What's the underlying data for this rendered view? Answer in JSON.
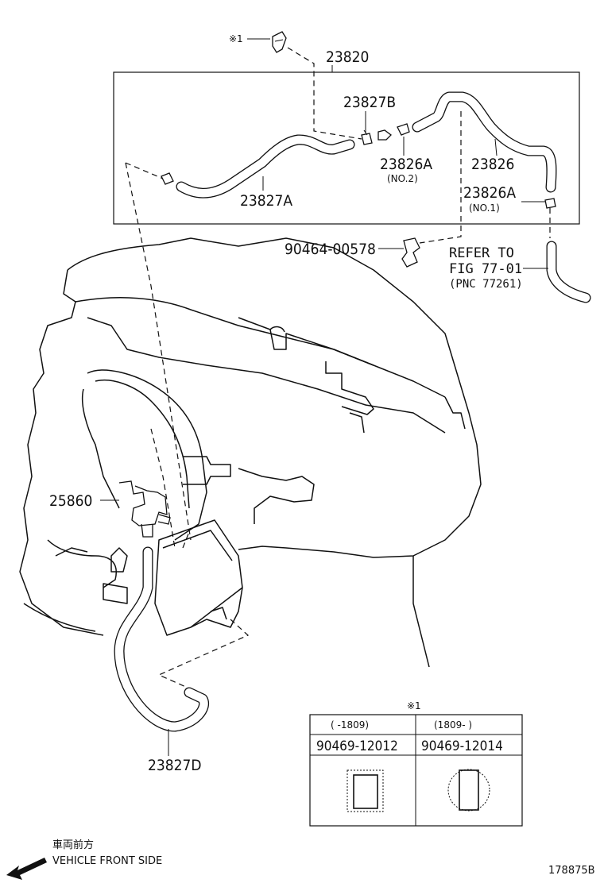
{
  "parts": {
    "p23820": "23820",
    "p23827B": "23827B",
    "p23826A_no2": "23826A",
    "no2": "(NO.2)",
    "p23826": "23826",
    "p23826A_no1": "23826A",
    "no1": "(NO.1)",
    "p23827A": "23827A",
    "p90464": "90464-00578",
    "p25860": "25860",
    "p23827D": "23827D"
  },
  "refer": {
    "line1": "REFER TO",
    "line2": "FIG 77-01",
    "line3": "(PNC 77261)"
  },
  "note_mark": "※1",
  "table": {
    "mark": "※1",
    "col1_range": "(    -1809)",
    "col2_range": "(1809-     )",
    "col1_part": "90469-12012",
    "col2_part": "90469-12014"
  },
  "footer": {
    "jp": "車両前方",
    "en": "VEHICLE FRONT SIDE",
    "code": "178875B"
  }
}
